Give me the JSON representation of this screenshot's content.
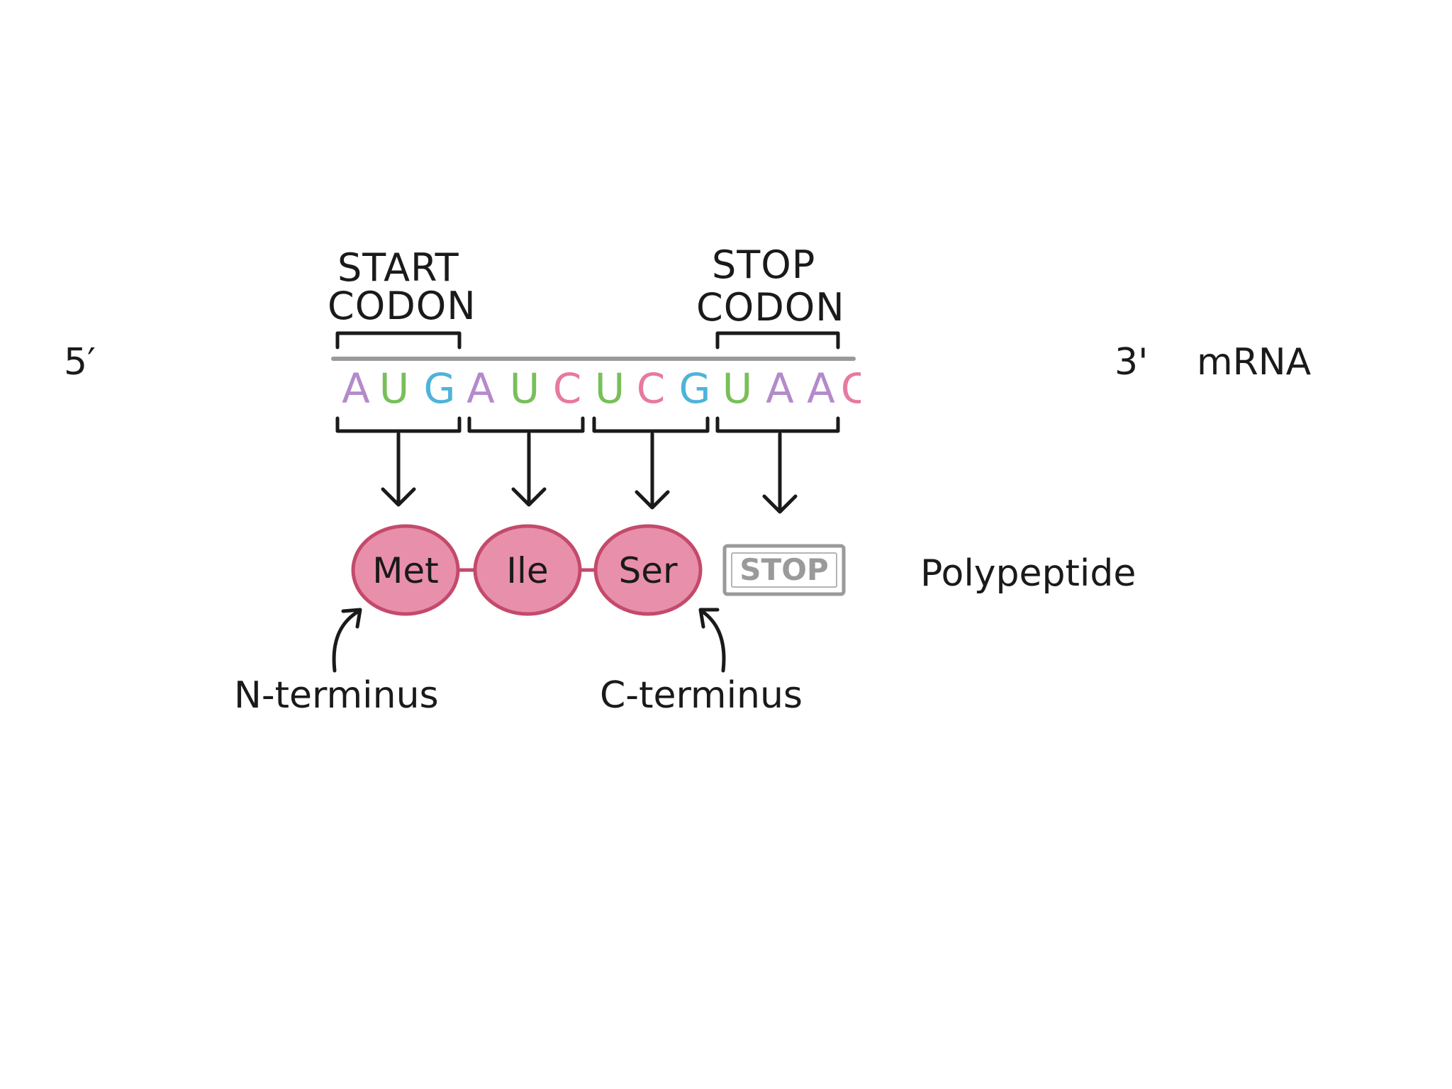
{
  "labels": {
    "five_prime": "5′",
    "three_prime": "3'",
    "mrna": "mRNA",
    "start_codon_line1": "START",
    "start_codon_line2": "CODON",
    "stop_codon_line1": "STOP",
    "stop_codon_line2": "CODON",
    "polypeptide": "Polypeptide",
    "n_terminus": "N-terminus",
    "c_terminus": "C-terminus"
  },
  "colors": {
    "A": "#b48acb",
    "U": "#78bf5a",
    "G": "#4fb3d9",
    "C": "#e8799f",
    "amino_fill": "#e88fac",
    "amino_stroke": "#c44a6b",
    "strand": "#9a9a9a",
    "stop_box": "#9a9a9a"
  },
  "sequence": [
    "A",
    "U",
    "G",
    "A",
    "U",
    "C",
    "U",
    "C",
    "G",
    "U",
    "A",
    "A",
    "C"
  ],
  "amino_acids": [
    {
      "label": "Met"
    },
    {
      "label": "Ile"
    },
    {
      "label": "Ser"
    }
  ],
  "stop_box_label": "STOP"
}
